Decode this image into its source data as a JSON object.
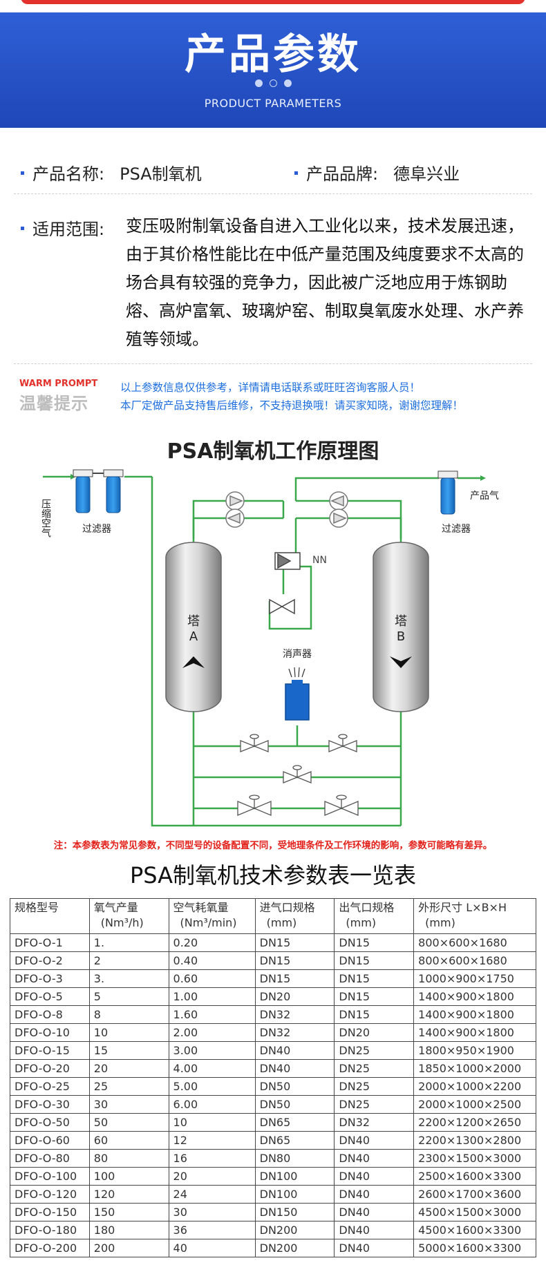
{
  "header": {
    "title": "产品参数",
    "subtitle": "PRODUCT PARAMETERS"
  },
  "info": {
    "name_label": "产品名称:",
    "name_value": "PSA制氧机",
    "brand_label": "产品品牌:",
    "brand_value": "德阜兴业",
    "scope_label": "适用范围:",
    "scope_text": "变压吸附制氧设备自进入工业化以来，技术发展迅速，由于其价格性能比在中低产量范围及纯度要求不太高的场合具有较强的竞争力，因此被广泛地应用于炼钢助熔、高炉富氧、玻璃炉窑、制取臭氧废水处理、水产养殖等领域。"
  },
  "prompt": {
    "logo_en": "WARM PROMPT",
    "logo_cn": "温馨提示",
    "line1": "以上参数信息仅供参考，详情请电话联系或旺旺咨询客服人员！",
    "line2": "本厂定做产品支持售后维修，不支持退换哦！请买家知晓，谢谢您理解！"
  },
  "diagram": {
    "title": "PSA制氧机工作原理图",
    "compressed_air": "压缩空气",
    "filter_left": "过滤器",
    "filter_right": "过滤器",
    "product_gas": "产品气",
    "tower_a_char": "塔",
    "tower_a_letter": "A",
    "tower_b_char": "塔",
    "tower_b_letter": "B",
    "muffler": "消声器",
    "nn": "NN"
  },
  "note": "注：本参数表为常见参数，不同型号的设备配置不同，受地理条件及工作环境的影响，参数可能略有差异。",
  "table": {
    "title": "PSA制氧机技术参数表一览表",
    "headers": [
      {
        "name": "规格型号",
        "unit": ""
      },
      {
        "name": "氧气产量",
        "unit": "(Nm³/h)"
      },
      {
        "name": "空气耗氧量",
        "unit": "(Nm³/min)"
      },
      {
        "name": "进气口规格",
        "unit": "(mm)"
      },
      {
        "name": "出气口规格",
        "unit": "(mm)"
      },
      {
        "name": "外形尺寸 L×B×H",
        "unit": "(mm)"
      }
    ],
    "rows": [
      [
        "DFO-O-1",
        "1.",
        "0.20",
        "DN15",
        "DN15",
        "800×600×1680"
      ],
      [
        "DFO-O-2",
        "2",
        "0.40",
        "DN15",
        "DN15",
        "800×600×1680"
      ],
      [
        "DFO-O-3",
        "3.",
        "0.60",
        "DN15",
        "DN15",
        "1000×900×1750"
      ],
      [
        "DFO-O-5",
        "5",
        "1.00",
        "DN20",
        "DN15",
        "1400×900×1800"
      ],
      [
        "DFO-O-8",
        "8",
        "1.60",
        "DN32",
        "DN15",
        "1400×900×1800"
      ],
      [
        "DFO-O-10",
        "10",
        "2.00",
        "DN32",
        "DN20",
        "1400×900×1800"
      ],
      [
        "DFO-O-15",
        "15",
        "3.00",
        "DN40",
        "DN25",
        "1800×950×1900"
      ],
      [
        "DFO-O-20",
        "20",
        "4.00",
        "DN40",
        "DN25",
        "1850×1000×2000"
      ],
      [
        "DFO-O-25",
        "25",
        "5.00",
        "DN50",
        "DN25",
        "2000×1000×2200"
      ],
      [
        "DFO-O-30",
        "30",
        "6.00",
        "DN50",
        "DN25",
        "2000×1000×2500"
      ],
      [
        "DFO-O-50",
        "50",
        "10",
        "DN65",
        "DN32",
        "2200×1200×2650"
      ],
      [
        "DFO-O-60",
        "60",
        "12",
        "DN65",
        "DN40",
        "2200×1300×2800"
      ],
      [
        "DFO-O-80",
        "80",
        "16",
        "DN80",
        "DN40",
        "2300×1500×3000"
      ],
      [
        "DFO-O-100",
        "100",
        "20",
        "DN100",
        "DN40",
        "2500×1600×3300"
      ],
      [
        "DFO-O-120",
        "120",
        "24",
        "DN100",
        "DN40",
        "2600×1700×3600"
      ],
      [
        "DFO-O-150",
        "150",
        "30",
        "DN150",
        "DN40",
        "4500×1500×3000"
      ],
      [
        "DFO-O-180",
        "180",
        "36",
        "DN200",
        "DN40",
        "4500×1600×3300"
      ],
      [
        "DFO-O-200",
        "200",
        "40",
        "DN200",
        "DN40",
        "5000×1600×3300"
      ]
    ]
  }
}
